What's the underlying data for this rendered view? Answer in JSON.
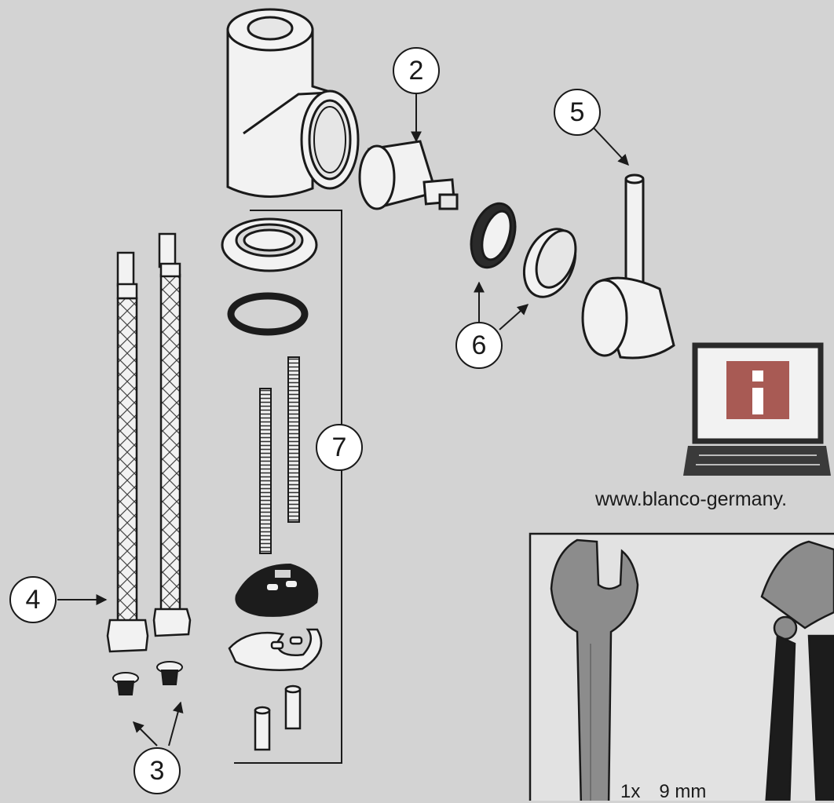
{
  "callouts": [
    {
      "id": "2",
      "label": "2"
    },
    {
      "id": "5",
      "label": "5"
    },
    {
      "id": "6",
      "label": "6"
    },
    {
      "id": "7",
      "label": "7"
    },
    {
      "id": "4",
      "label": "4"
    },
    {
      "id": "3",
      "label": "3"
    }
  ],
  "info": {
    "url": "www.blanco-germany.",
    "icon": "info-laptop-icon"
  },
  "tools": {
    "quantity": "1x",
    "size": "9 mm",
    "items": [
      "open-end-wrench-icon",
      "water-pump-pliers-icon"
    ]
  },
  "colors": {
    "background": "#d3d3d3",
    "part_fill": "#f2f2f2",
    "outline": "#1a1a1a",
    "seal_black": "#1c1c1c",
    "info_red": "#a85a54",
    "tool_gray": "#8c8c8c",
    "tool_panel": "#e2e2e2"
  }
}
